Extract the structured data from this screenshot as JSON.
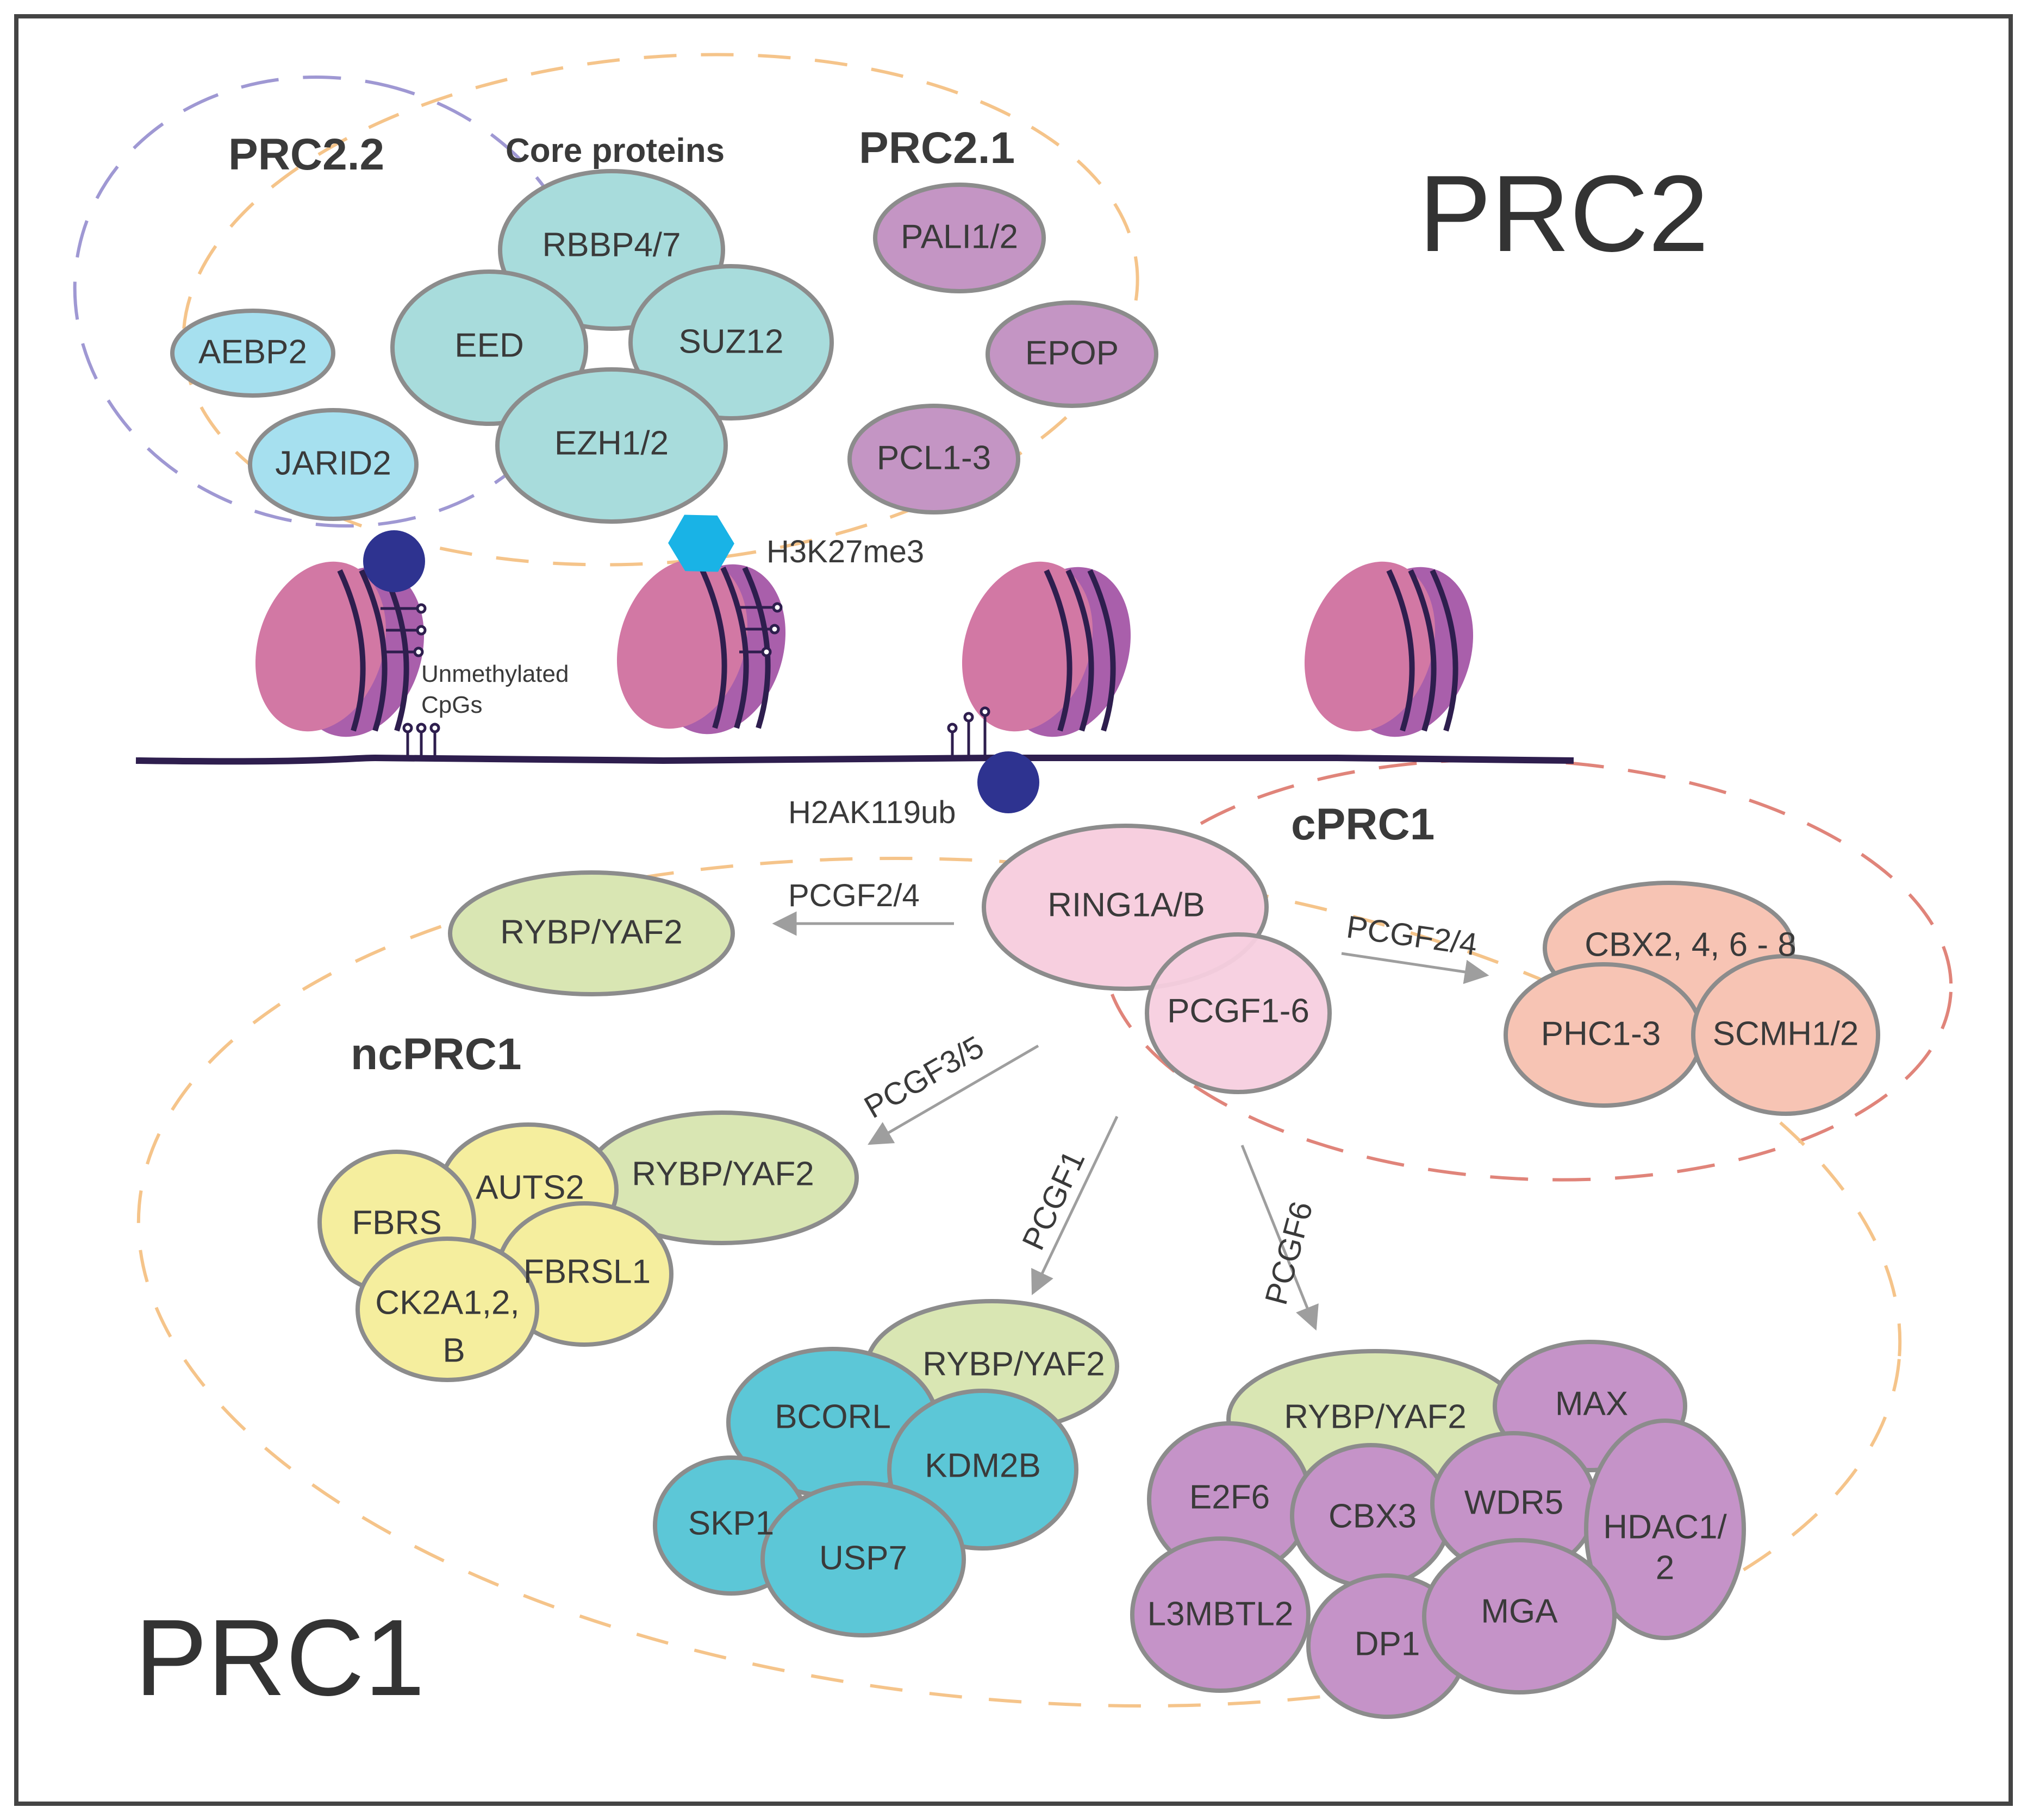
{
  "colors": {
    "core": "#a8dcdc",
    "prc22": "#a6e0ef",
    "prc21": "#c495c4",
    "ncprc1_green": "#d9e6b3",
    "ncprc1_yellow": "#f5ee9e",
    "teal": "#5cc7d7",
    "cprc1_pink": "#f7cfdf",
    "cprc1_salmon": "#f7c4b4",
    "purple_pcgf6": "#c593c8",
    "nucleosome_light": "#d278a4",
    "nucleosome_dark": "#a95fab",
    "dna": "#2e1e4e",
    "mark_circle": "#2e3390",
    "mark_hexagon": "#19b3e6",
    "orange_dash": "#f5c48a",
    "violet_dash": "#9f98d3",
    "red_dash": "#e0847a"
  },
  "labels": {
    "prc2": "PRC2",
    "prc1": "PRC1",
    "prc2_2": "PRC2.2",
    "prc2_1": "PRC2.1",
    "core_proteins": "Core proteins",
    "cprc1": "cPRC1",
    "ncprc1": "ncPRC1",
    "h3k27me3": "H3K27me3",
    "h2ak119ub": "H2AK119ub",
    "unmethylated_1": "Unmethylated",
    "unmethylated_2": "CpGs"
  },
  "proteins": {
    "rbbp47": "RBBP4/7",
    "eed": "EED",
    "suz12": "SUZ12",
    "ezh12": "EZH1/2",
    "aebp2": "AEBP2",
    "jarid2": "JARID2",
    "pali12": "PALI1/2",
    "epop": "EPOP",
    "pcl13": "PCL1-3",
    "ring1ab": "RING1A/B",
    "pcgf16": "PCGF1-6",
    "cbx": "CBX2, 4, 6 - 8",
    "phc13": "PHC1-3",
    "scmh12": "SCMH1/2",
    "rybp_top": "RYBP/YAF2",
    "rybp_pcgf35": "RYBP/YAF2",
    "auts2": "AUTS2",
    "fbrs": "FBRS",
    "fbrsl1": "FBRSL1",
    "ck2a_1": "CK2A1,2,",
    "ck2a_2": "B",
    "rybp_pcgf1": "RYBP/YAF2",
    "bcorl": "BCORL",
    "kdm2b": "KDM2B",
    "skp1": "SKP1",
    "usp7": "USP7",
    "rybp_pcgf6": "RYBP/YAF2",
    "max": "MAX",
    "e2f6": "E2F6",
    "cbx3": "CBX3",
    "wdr5": "WDR5",
    "hdac_1": "HDAC1/",
    "hdac_2": "2",
    "l3mbtl2": "L3MBTL2",
    "dp1": "DP1",
    "mga": "MGA"
  },
  "arrows": {
    "pcgf24_left": "PCGF2/4",
    "pcgf24_right": "PCGF2/4",
    "pcgf35": "PCGF3/5",
    "pcgf1": "PCGF1",
    "pcgf6": "PCGF6"
  }
}
